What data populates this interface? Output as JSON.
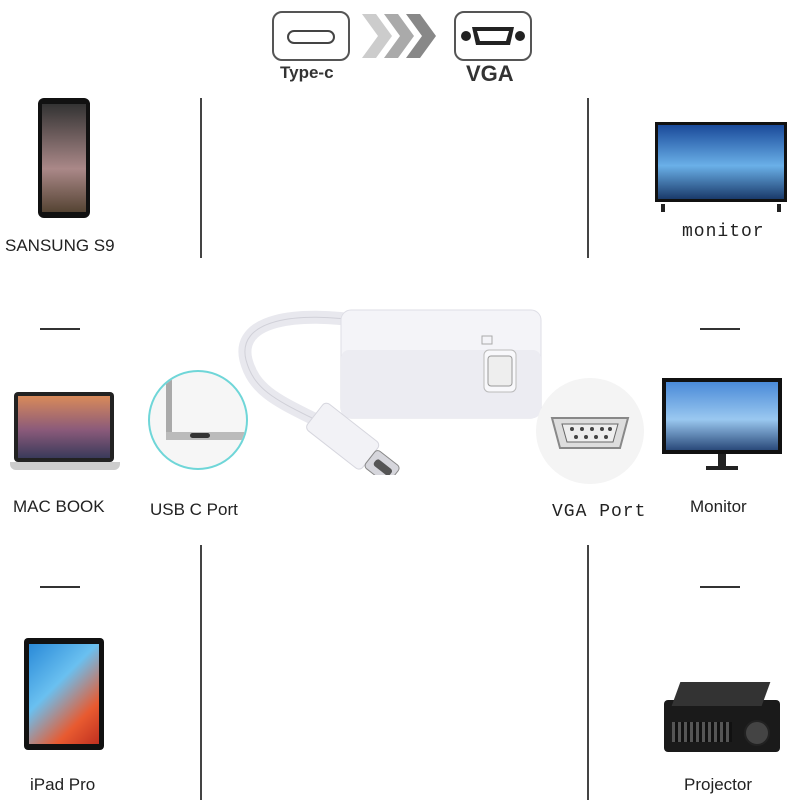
{
  "header": {
    "from_label": "Type-c",
    "to_label": "VGA",
    "from_icon": "usb-c-port-icon",
    "to_icon": "vga-port-icon",
    "arrow_icon": "triple-chevron-right-icon"
  },
  "left_devices": [
    {
      "label": "SANSUNG S9",
      "icon": "smartphone-icon"
    },
    {
      "label": "MAC BOOK",
      "icon": "laptop-icon"
    },
    {
      "label": "iPad Pro",
      "icon": "tablet-icon"
    }
  ],
  "right_devices": [
    {
      "label": "monitor",
      "icon": "tv-icon"
    },
    {
      "label": "Monitor",
      "icon": "monitor-icon"
    },
    {
      "label": "Projector",
      "icon": "projector-icon"
    }
  ],
  "ports": {
    "usb_c_label": "USB C Port",
    "vga_label": "VGA Port"
  },
  "colors": {
    "line": "#444444",
    "accent": "#6fd6d8"
  }
}
